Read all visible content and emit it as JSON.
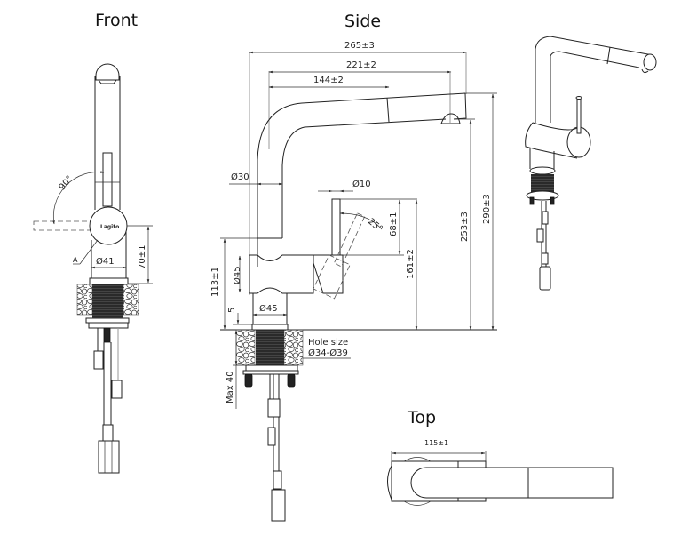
{
  "views": {
    "front": {
      "title": "Front"
    },
    "side": {
      "title": "Side"
    },
    "top": {
      "title": "Top"
    },
    "isometric": {
      "title": ""
    }
  },
  "front_dimensions": {
    "rotation_angle": "90°",
    "body_diameter": "Ø41",
    "height_to_base": "70±1",
    "detail_marker": "A",
    "logo_text": "Lagito"
  },
  "side_dimensions": {
    "overall_reach": "265±3",
    "aerator_reach": "221±2",
    "spout_joint_reach": "144±2",
    "spout_diameter": "Ø30",
    "lever_diameter": "Ø10",
    "lever_angle": "25°",
    "lever_height": "68±1",
    "lever_top_height": "161±2",
    "aerator_height": "253±3",
    "overall_height": "290±3",
    "body_height": "113±1",
    "body_diameter": "Ø45",
    "base_diameter": "Ø45",
    "base_gap": "5",
    "max_counter_thickness": "Max 40",
    "hole_size_label": "Hole size",
    "hole_size_value": "Ø34-Ø39"
  },
  "top_dimensions": {
    "width": "115±1"
  },
  "colors": {
    "line": "#222222",
    "background": "#ffffff"
  }
}
